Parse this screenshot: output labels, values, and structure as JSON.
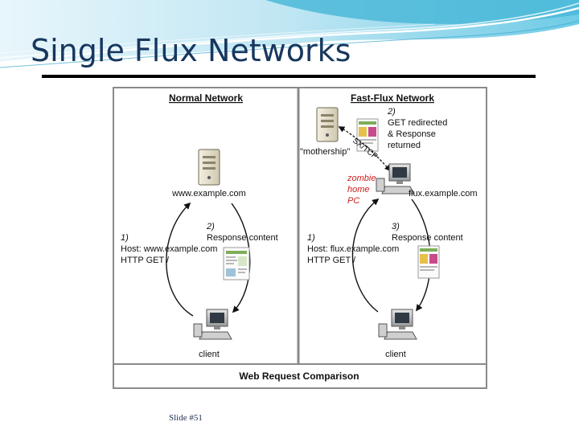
{
  "slide": {
    "title": "Single Flux Networks",
    "footer": "Slide #51"
  },
  "diagram": {
    "normal": {
      "header": "Normal Network",
      "server_label": "www.example.com",
      "step1_num": "1)",
      "step1_line1": "Host: www.example.com",
      "step1_line2": "HTTP GET /",
      "step2_num": "2)",
      "step2_text": "Response content",
      "client_label": "client"
    },
    "fastflux": {
      "header": "Fast-Flux Network",
      "mothership_label": "\"mothership\"",
      "protocol_label": "SX/TCP",
      "redirect_num": "2)",
      "redirect_line1": "GET redirected",
      "redirect_line2": "& Response",
      "redirect_line3": "returned",
      "zombie_line1": "zombie",
      "zombie_line2": "home",
      "zombie_line3": "PC",
      "zombie_host_label": "flux.example.com",
      "step1_num": "1)",
      "step1_line1": "Host: flux.example.com",
      "step1_line2": "HTTP GET /",
      "step3_num": "3)",
      "step3_text": "Response content",
      "client_label": "client"
    },
    "footer_caption": "Web Request Comparison"
  },
  "colors": {
    "title": "#17375e",
    "zombie_text": "#cc1e1e",
    "wave_accent": "#4bb8d8"
  }
}
